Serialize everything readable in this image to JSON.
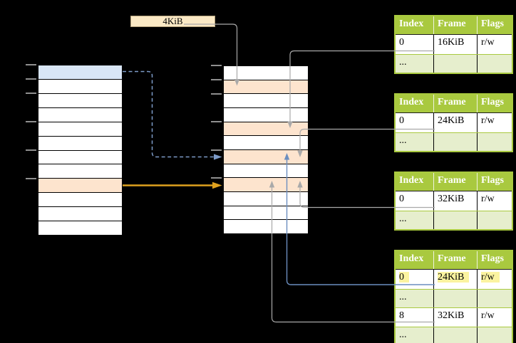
{
  "size_label": {
    "text": "4KiB"
  },
  "left_table": {
    "rows": [
      "blue",
      "white",
      "white",
      "white",
      "white",
      "white",
      "white",
      "white",
      "orange",
      "white",
      "white",
      "white"
    ],
    "tick_boundaries": [
      0,
      1,
      2,
      4,
      6,
      8
    ]
  },
  "middle_table": {
    "rows": [
      "white",
      "orange",
      "white",
      "white",
      "orange",
      "white",
      "orange",
      "white",
      "orange",
      "white",
      "white",
      "white"
    ],
    "tick_boundaries": [
      0,
      1,
      2,
      4,
      6,
      8
    ]
  },
  "page_tables": [
    {
      "id": "frame-table-16kib",
      "headers": [
        "Index",
        "Frame",
        "Flags"
      ],
      "rows": [
        {
          "cells": [
            "0",
            "16KiB",
            "r/w"
          ],
          "variant": "plain"
        },
        {
          "cells": [
            "...",
            "",
            ""
          ],
          "variant": "shaded"
        }
      ]
    },
    {
      "id": "frame-table-24kib",
      "headers": [
        "Index",
        "Frame",
        "Flags"
      ],
      "rows": [
        {
          "cells": [
            "0",
            "24KiB",
            "r/w"
          ],
          "variant": "plain"
        },
        {
          "cells": [
            "...",
            "",
            ""
          ],
          "variant": "shaded"
        }
      ]
    },
    {
      "id": "frame-table-32kib",
      "headers": [
        "Index",
        "Frame",
        "Flags"
      ],
      "rows": [
        {
          "cells": [
            "0",
            "32KiB",
            "r/w"
          ],
          "variant": "plain"
        },
        {
          "cells": [
            "...",
            "",
            ""
          ],
          "variant": "shaded"
        }
      ]
    },
    {
      "id": "page-table-second-level",
      "headers": [
        "Index",
        "Frame",
        "Flags"
      ],
      "rows": [
        {
          "cells": [
            "0",
            "24KiB",
            "r/w"
          ],
          "variant": "highlight"
        },
        {
          "cells": [
            "...",
            "",
            ""
          ],
          "variant": "shaded"
        },
        {
          "cells": [
            "8",
            "32KiB",
            "r/w"
          ],
          "variant": "plain"
        },
        {
          "cells": [
            "...",
            "",
            ""
          ],
          "variant": "shaded"
        }
      ]
    }
  ],
  "colors": {
    "green": "#a9c93f",
    "green_shade": "#e6eecd",
    "orange_cell": "#fde4ce",
    "blue_cell": "#d9e6f6",
    "cream": "#fbe9c5",
    "highlight": "#fbf3a0",
    "gray_line": "#a9a9a9",
    "blue_line": "#6b8ebf",
    "blue_dash": "#7d9bc8",
    "orange_arrow": "#dfa11e"
  }
}
